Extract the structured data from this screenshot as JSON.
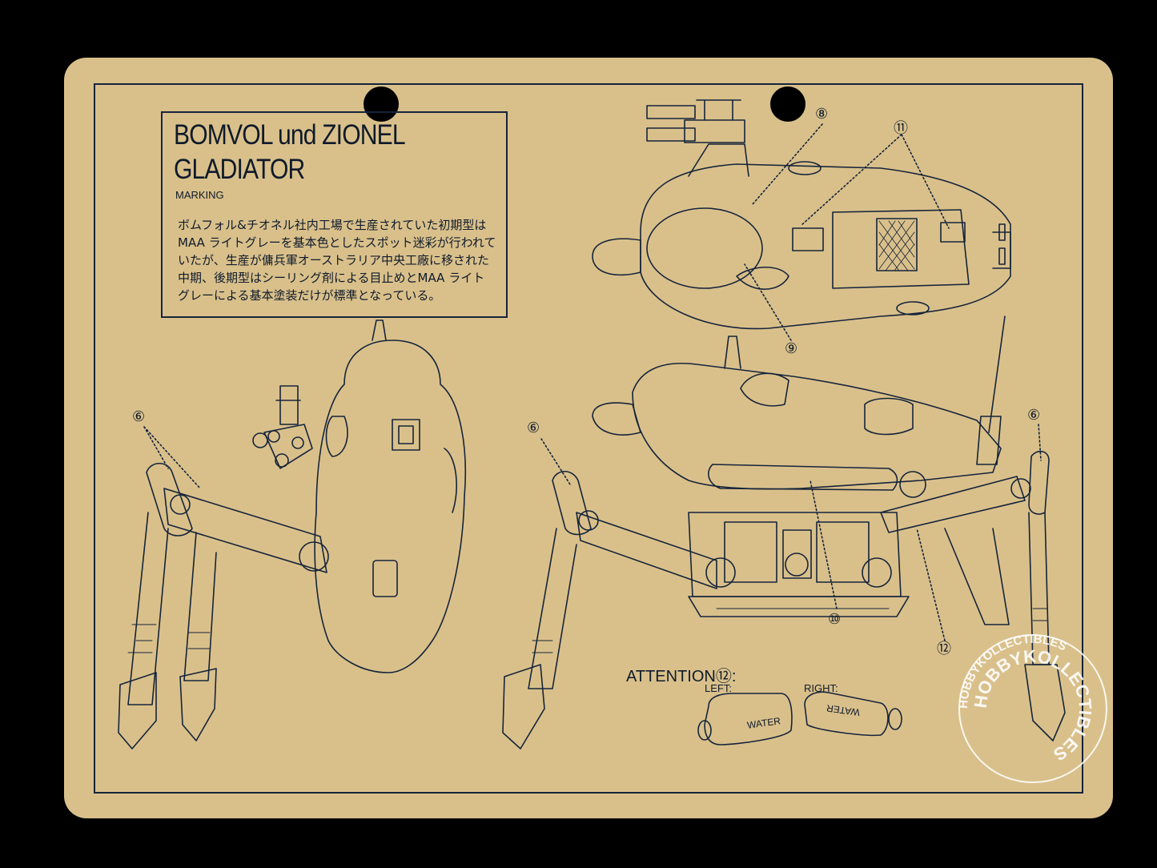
{
  "title": {
    "line1": "BOMVOL und ZIONEL",
    "line2": "GLADIATOR",
    "sub": "MARKING"
  },
  "description_lines": [
    "ボムフォル&チオネル社内工場で生産されていた初期型は",
    "MAA ライトグレーを基本色としたスポット迷彩が行われて",
    "いたが、生産が傭兵軍オーストラリア中央工廠に移された",
    "中期、後期型はシーリング剤による目止めとMAA ライト",
    "グレーによる基本塗装だけが標準となっている。"
  ],
  "callouts": {
    "six": "⑥",
    "eight": "⑧",
    "nine": "⑨",
    "ten": "⑩",
    "eleven": "⑪",
    "twelve": "⑫"
  },
  "attention": {
    "label": "ATTENTION⑫:",
    "left": "LEFT:",
    "right": "RIGHT:",
    "left_tank": "WATER",
    "right_tank": "WATER"
  },
  "watermark": "HOBBYKOLLECTIBLES",
  "colors": {
    "card": "#d9c08b",
    "ink": "#16243a",
    "background": "#000000"
  }
}
